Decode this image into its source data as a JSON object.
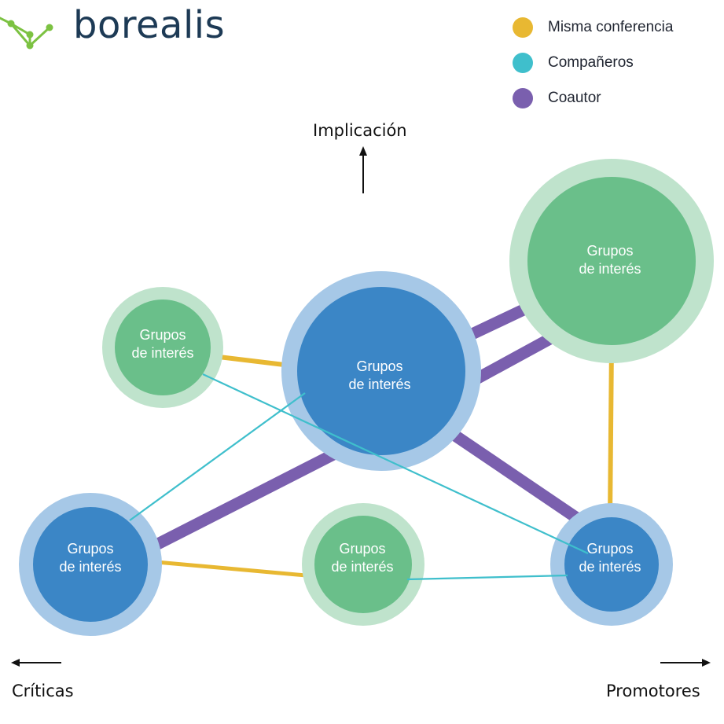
{
  "brand": {
    "name": "borealis"
  },
  "colors": {
    "misma_conferencia": "#e8b832",
    "companeros": "#3fbfcc",
    "coautor": "#7a5fae",
    "blue_node": "#3b86c6",
    "blue_halo": "#a6c8e7",
    "green_node": "#6abf8a",
    "green_halo": "#bfe3cc",
    "logo_green": "#7cc242"
  },
  "legend": [
    {
      "label": "Misma conferencia",
      "color": "#e8b832"
    },
    {
      "label": "Compañeros",
      "color": "#3fbfcc"
    },
    {
      "label": "Coautor",
      "color": "#7a5fae"
    }
  ],
  "axes": {
    "vertical": "Implicación",
    "left": "Críticas",
    "right": "Promotores"
  },
  "nodes": [
    {
      "id": "left-green",
      "line1": "Grupos",
      "line2": "de interés",
      "kind": "green"
    },
    {
      "id": "center-blue",
      "line1": "Grupos",
      "line2": "de interés",
      "kind": "blue"
    },
    {
      "id": "top-right-green",
      "line1": "Grupos",
      "line2": "de interés",
      "kind": "green"
    },
    {
      "id": "bottom-left-blue",
      "line1": "Grupos",
      "line2": "de interés",
      "kind": "blue"
    },
    {
      "id": "bottom-center-green",
      "line1": "Grupos",
      "line2": "de interés",
      "kind": "green"
    },
    {
      "id": "bottom-right-blue",
      "line1": "Grupos",
      "line2": "de interés",
      "kind": "blue"
    }
  ]
}
